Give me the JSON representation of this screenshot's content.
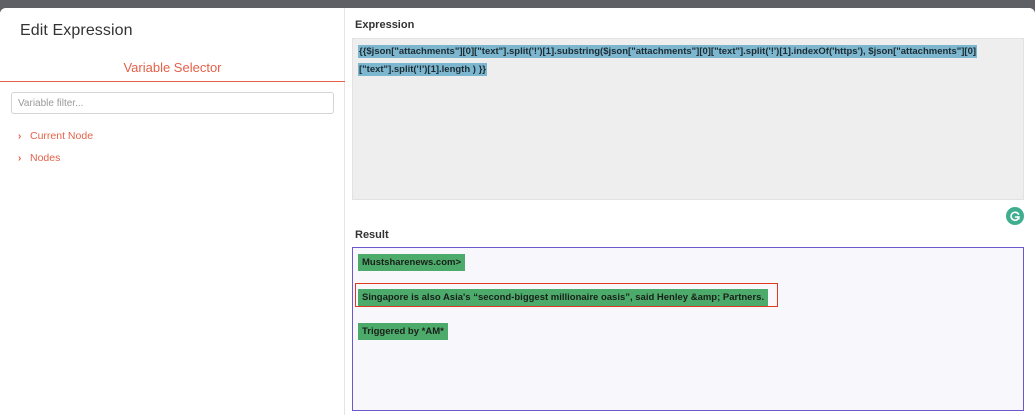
{
  "dialog": {
    "title": "Edit Expression"
  },
  "variable_selector": {
    "title": "Variable Selector",
    "filter_placeholder": "Variable filter...",
    "filter_value": "",
    "items": [
      {
        "label": "Current Node",
        "icon": "chevron-right-icon"
      },
      {
        "label": "Nodes",
        "icon": "chevron-right-icon"
      }
    ]
  },
  "expression": {
    "label": "Expression",
    "line1": "{{$json[\"attachments\"][0][\"text\"].split('!')[1].substring($json[\"attachments\"][0][\"text\"].split('!')[1].indexOf('https'), $json[\"attachments\"][0]",
    "line2": "[\"text\"].split('!')[1].length ) }}"
  },
  "result": {
    "label": "Result",
    "lines": [
      "Mustsharenews.com>",
      "Singapore is also Asia's “second-biggest millionaire oasis”, said Henley &amp; Partners.",
      "Triggered by *AM*"
    ]
  },
  "colors": {
    "accent": "#e4624a",
    "expression_highlight": "#7db7cf",
    "result_highlight": "#4caa6a",
    "result_border": "#6a5acd",
    "annotation_box": "#e0391f",
    "grammarly": "#3fae8f"
  }
}
